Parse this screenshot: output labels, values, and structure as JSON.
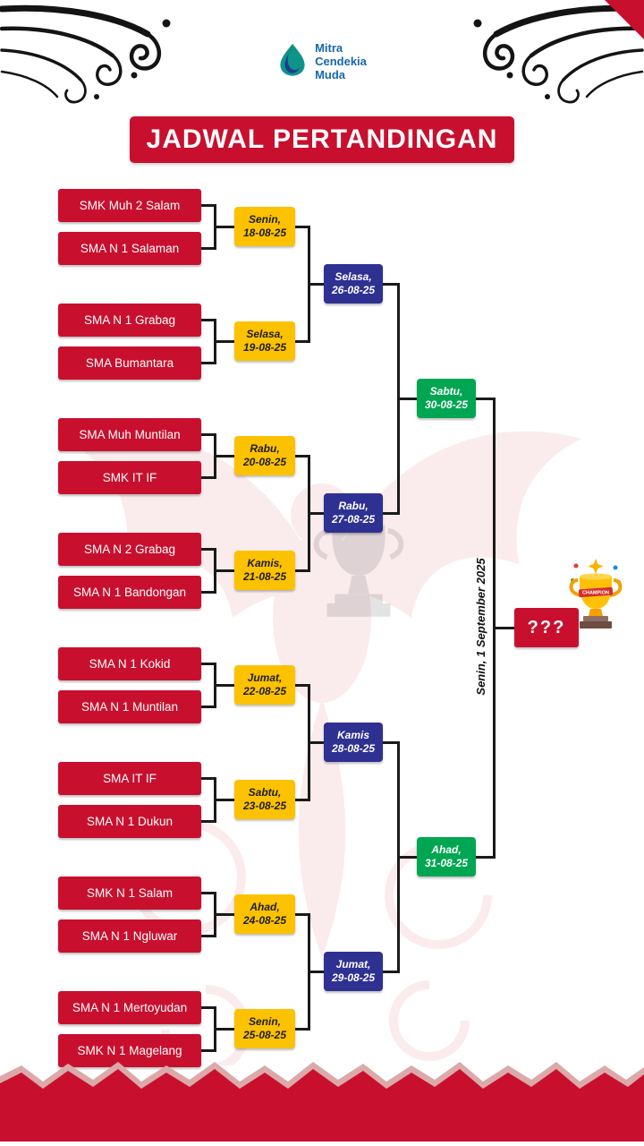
{
  "header": {
    "logo": {
      "line1": "Mitra",
      "line2": "Cendekia",
      "line3": "Muda"
    },
    "title": "JADWAL PERTANDINGAN"
  },
  "bracket": {
    "teams": [
      "SMK Muh 2 Salam",
      "SMA N 1 Salaman",
      "SMA N 1 Grabag",
      "SMA Bumantara",
      "SMA Muh Muntilan",
      "SMK IT IF",
      "SMA N 2 Grabag",
      "SMA N 1 Bandongan",
      "SMA N 1 Kokid",
      "SMA N 1 Muntilan",
      "SMA IT IF",
      "SMA N 1 Dukun",
      "SMK N 1 Salam",
      "SMA N 1 Ngluwar",
      "SMA N 1 Mertoyudan",
      "SMK N 1 Magelang"
    ],
    "round1": [
      {
        "day": "Senin,",
        "date": "18-08-25"
      },
      {
        "day": "Selasa,",
        "date": "19-08-25"
      },
      {
        "day": "Rabu,",
        "date": "20-08-25"
      },
      {
        "day": "Kamis,",
        "date": "21-08-25"
      },
      {
        "day": "Jumat,",
        "date": "22-08-25"
      },
      {
        "day": "Sabtu,",
        "date": "23-08-25"
      },
      {
        "day": "Ahad,",
        "date": "24-08-25"
      },
      {
        "day": "Senin,",
        "date": "25-08-25"
      }
    ],
    "round2": [
      {
        "day": "Selasa,",
        "date": "26-08-25"
      },
      {
        "day": "Rabu,",
        "date": "27-08-25"
      },
      {
        "day": "Kamis",
        "date": "28-08-25"
      },
      {
        "day": "Jumat,",
        "date": "29-08-25"
      }
    ],
    "semifinal": [
      {
        "day": "Sabtu,",
        "date": "30-08-25"
      },
      {
        "day": "Ahad,",
        "date": "31-08-25"
      }
    ],
    "final": {
      "date_label": "Senin, 1 September 2025",
      "winner_placeholder": "???",
      "trophy_ribbon": "CHAMPION"
    }
  },
  "colors": {
    "red": "#c8102e",
    "yellow": "#fcc200",
    "blue": "#2e3192",
    "green": "#00a651"
  }
}
